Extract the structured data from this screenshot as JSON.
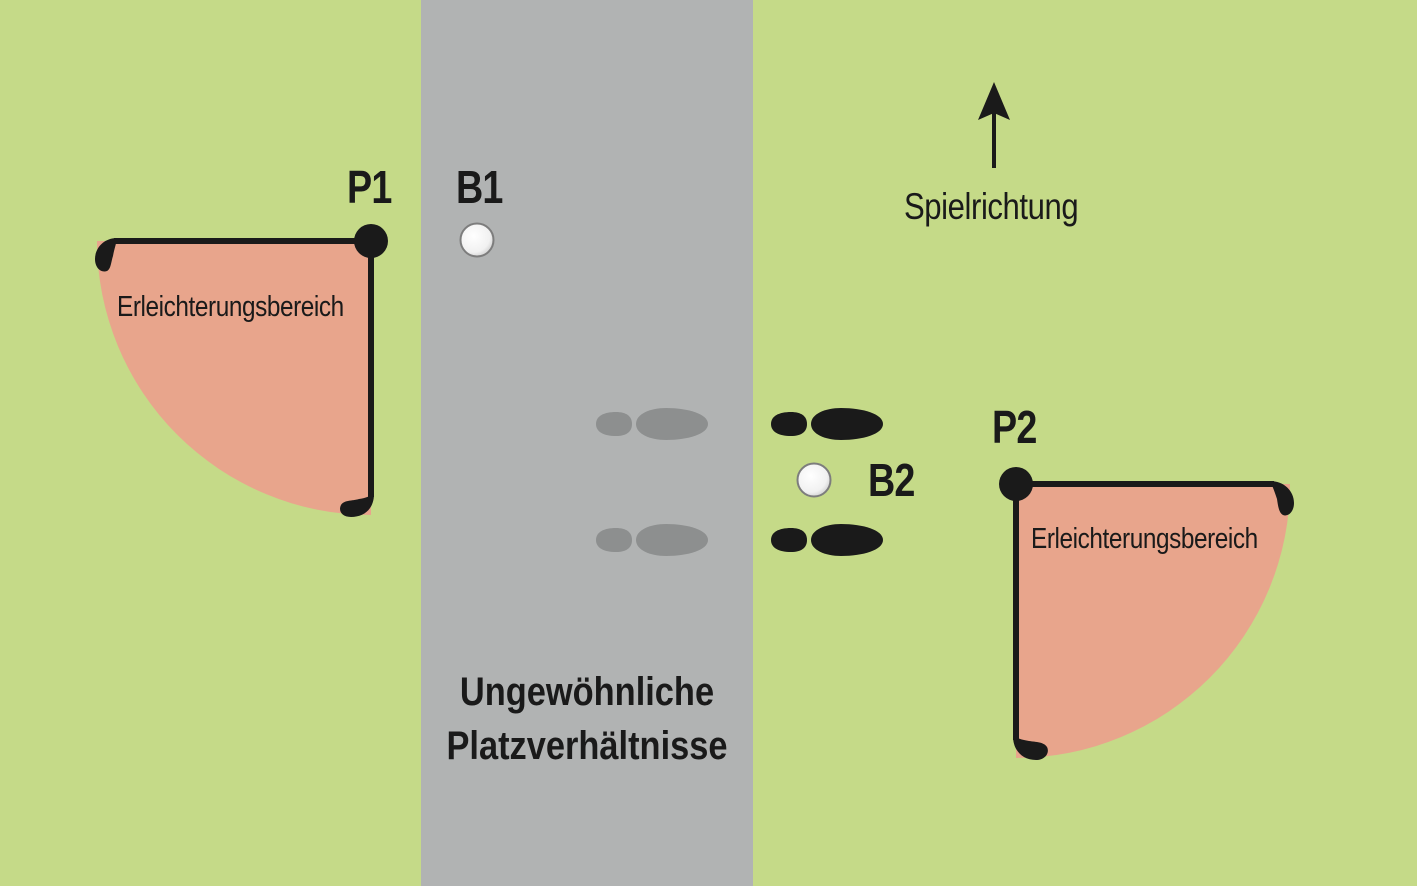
{
  "colors": {
    "fairway": "#c5da88",
    "abnormal_area": "#b1b3b3",
    "relief_area": "#e8a58c",
    "ink": "#1a1a1a",
    "footprint_gray": "#8d8f8f",
    "ball": "#ffffff"
  },
  "labels": {
    "p1": "P1",
    "p2": "P2",
    "b1": "B1",
    "b2": "B2",
    "relief_area_left": "Erleichterungsbereich",
    "relief_area_right": "Erleichterungsbereich",
    "direction": "Spielrichtung",
    "abnormal_line1": "Ungewöhnliche",
    "abnormal_line2": "Platzverhältnisse"
  },
  "icons": {
    "direction_arrow": "arrow-up-icon",
    "ball": "golf-ball-icon",
    "footprint": "footprint-icon"
  }
}
